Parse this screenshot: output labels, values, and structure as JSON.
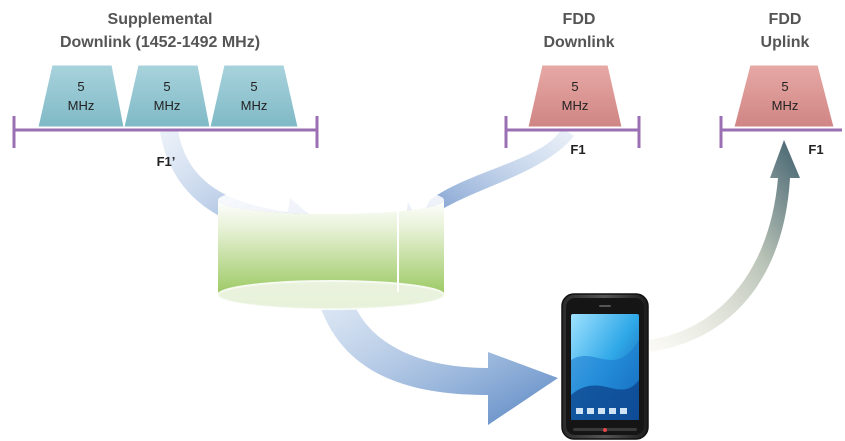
{
  "supplemental_downlink": {
    "title_line1": "Supplemental",
    "title_line2": "Downlink (1452-1492 MHz)",
    "carriers": [
      {
        "num": "5",
        "unit": "MHz"
      },
      {
        "num": "5",
        "unit": "MHz"
      },
      {
        "num": "5",
        "unit": "MHz"
      }
    ],
    "band_label": "F1’",
    "color": "#8cc3cf"
  },
  "fdd_downlink": {
    "title_line1": "FDD",
    "title_line2": "Downlink",
    "carrier": {
      "num": "5",
      "unit": "MHz"
    },
    "band_label": "F1",
    "color": "#d98f8f"
  },
  "fdd_uplink": {
    "title_line1": "FDD",
    "title_line2": "Uplink",
    "carrier": {
      "num": "5",
      "unit": "MHz"
    },
    "band_label": "F1",
    "color": "#d98f8f"
  },
  "colors": {
    "axis": "#9b6fb3",
    "aggregator": "#9ccb5a",
    "downlink_arrow": "#5b86c5",
    "uplink_arrow": "#3e5f6e"
  },
  "icons": [
    "smartphone-icon"
  ]
}
